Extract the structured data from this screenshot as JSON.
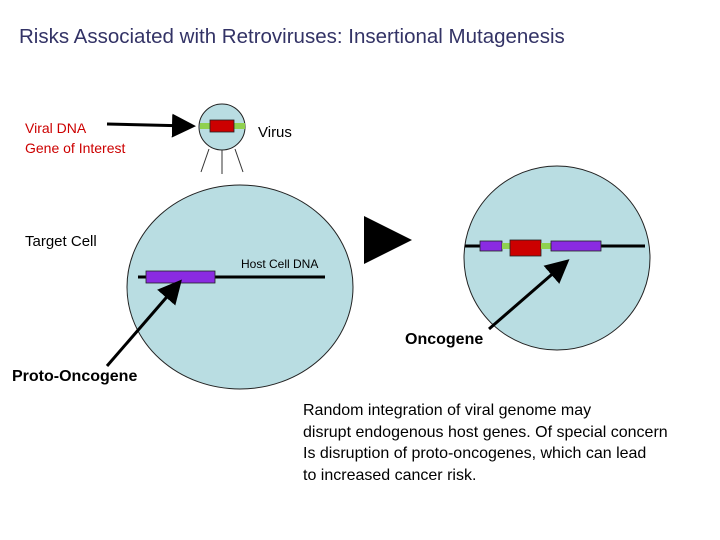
{
  "title": "Risks Associated with Retroviruses: Insertional Mutagenesis",
  "labels": {
    "viral_dna": "Viral DNA",
    "gene_of_interest": "Gene of Interest",
    "virus": "Virus",
    "target_cell": "Target Cell",
    "host_cell_dna": "Host Cell DNA",
    "oncogene": "Oncogene",
    "proto_oncogene": "Proto-Oncogene"
  },
  "description": [
    "Random integration of viral genome may",
    "disrupt endogenous host genes. Of special concern",
    "Is disruption of proto-oncogenes, which can lead",
    "to increased cancer risk."
  ],
  "colors": {
    "title": "#333366",
    "viral_labels": "#cc0000",
    "cell_fill": "#b9dde2",
    "proto_oncogene_bar": "#8a2be2",
    "gene_of_interest_box": "#cc0000",
    "viral_dna_flank": "#8fd14f"
  }
}
